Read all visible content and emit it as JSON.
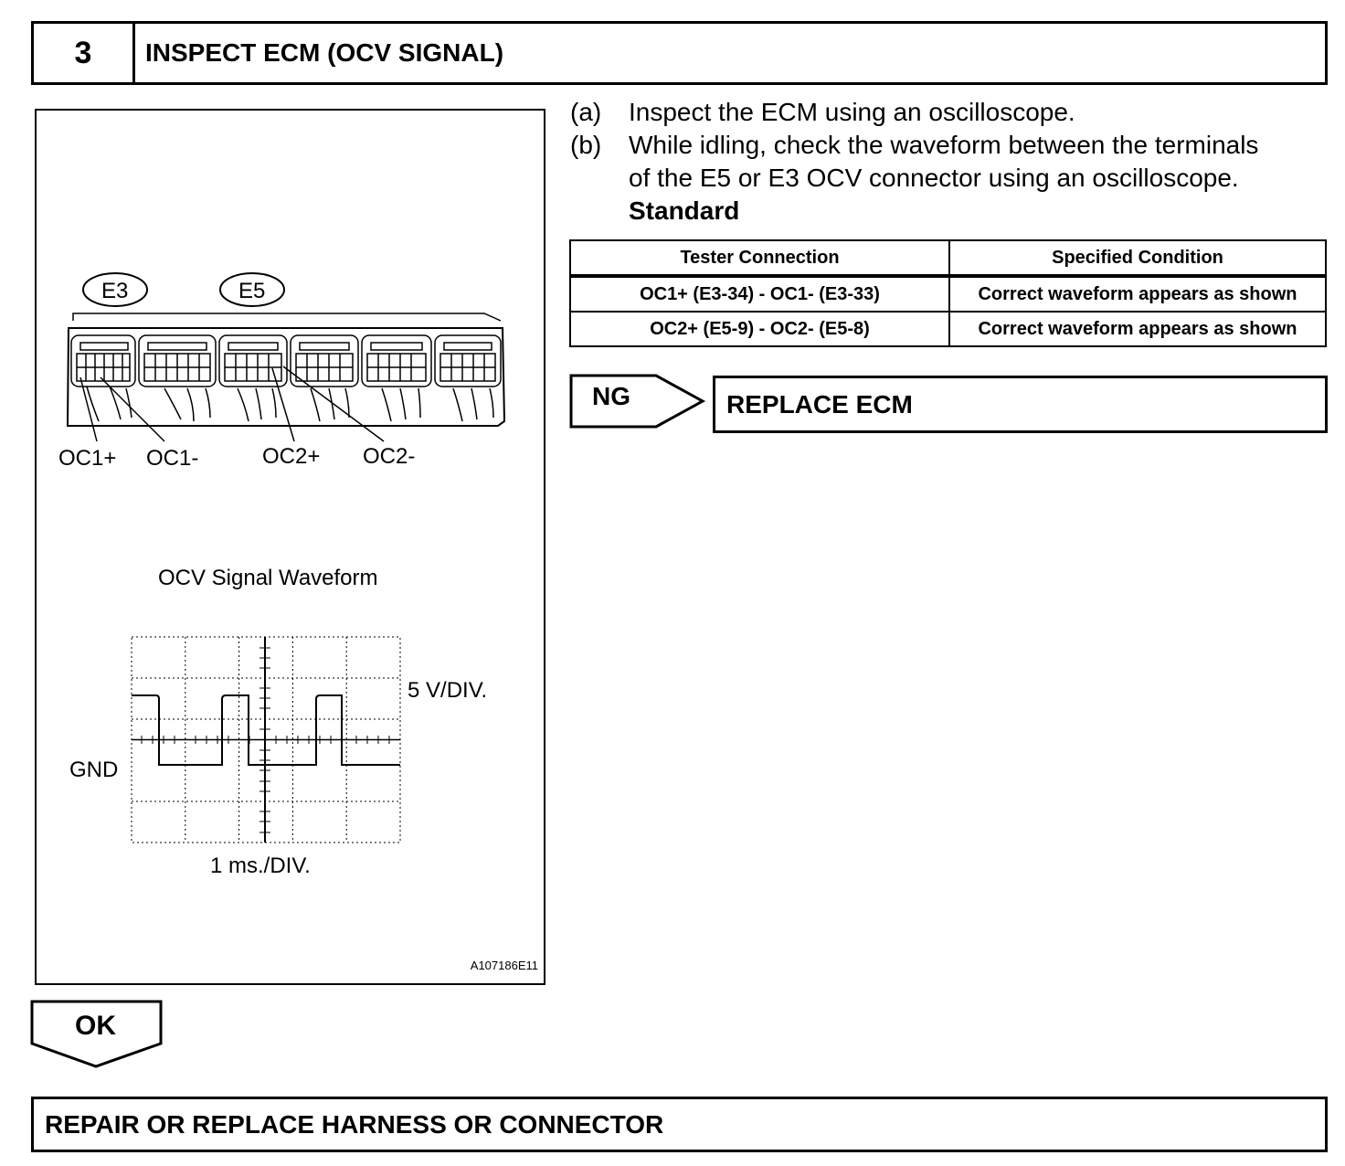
{
  "header": {
    "step": "3",
    "title": "INSPECT ECM (OCV SIGNAL)"
  },
  "figure": {
    "connectors": [
      "E3",
      "E5"
    ],
    "terminals": [
      "OC1+",
      "OC1-",
      "OC2+",
      "OC2-"
    ],
    "waveform_title": "OCV Signal Waveform",
    "volt_div": "5 V/DIV.",
    "time_div": "1 ms./DIV.",
    "gnd_label": "GND",
    "figure_id": "A107186E11"
  },
  "instructions": [
    {
      "letter": "(a)",
      "lines": [
        "Inspect the ECM using an oscilloscope."
      ]
    },
    {
      "letter": "(b)",
      "lines": [
        "While idling, check the waveform between the terminals",
        "of the E5 or E3 OCV connector using an oscilloscope."
      ]
    }
  ],
  "standard_label": "Standard",
  "table": {
    "headers": [
      "Tester Connection",
      "Specified Condition"
    ],
    "rows": [
      [
        "OC1+ (E3-34) - OC1- (E3-33)",
        "Correct waveform appears as shown"
      ],
      [
        "OC2+ (E5-9) - OC2- (E5-8)",
        "Correct waveform appears as shown"
      ]
    ]
  },
  "ng": {
    "label": "NG",
    "action": "REPLACE ECM"
  },
  "ok": {
    "label": "OK",
    "action": "REPAIR OR REPLACE HARNESS OR CONNECTOR"
  }
}
